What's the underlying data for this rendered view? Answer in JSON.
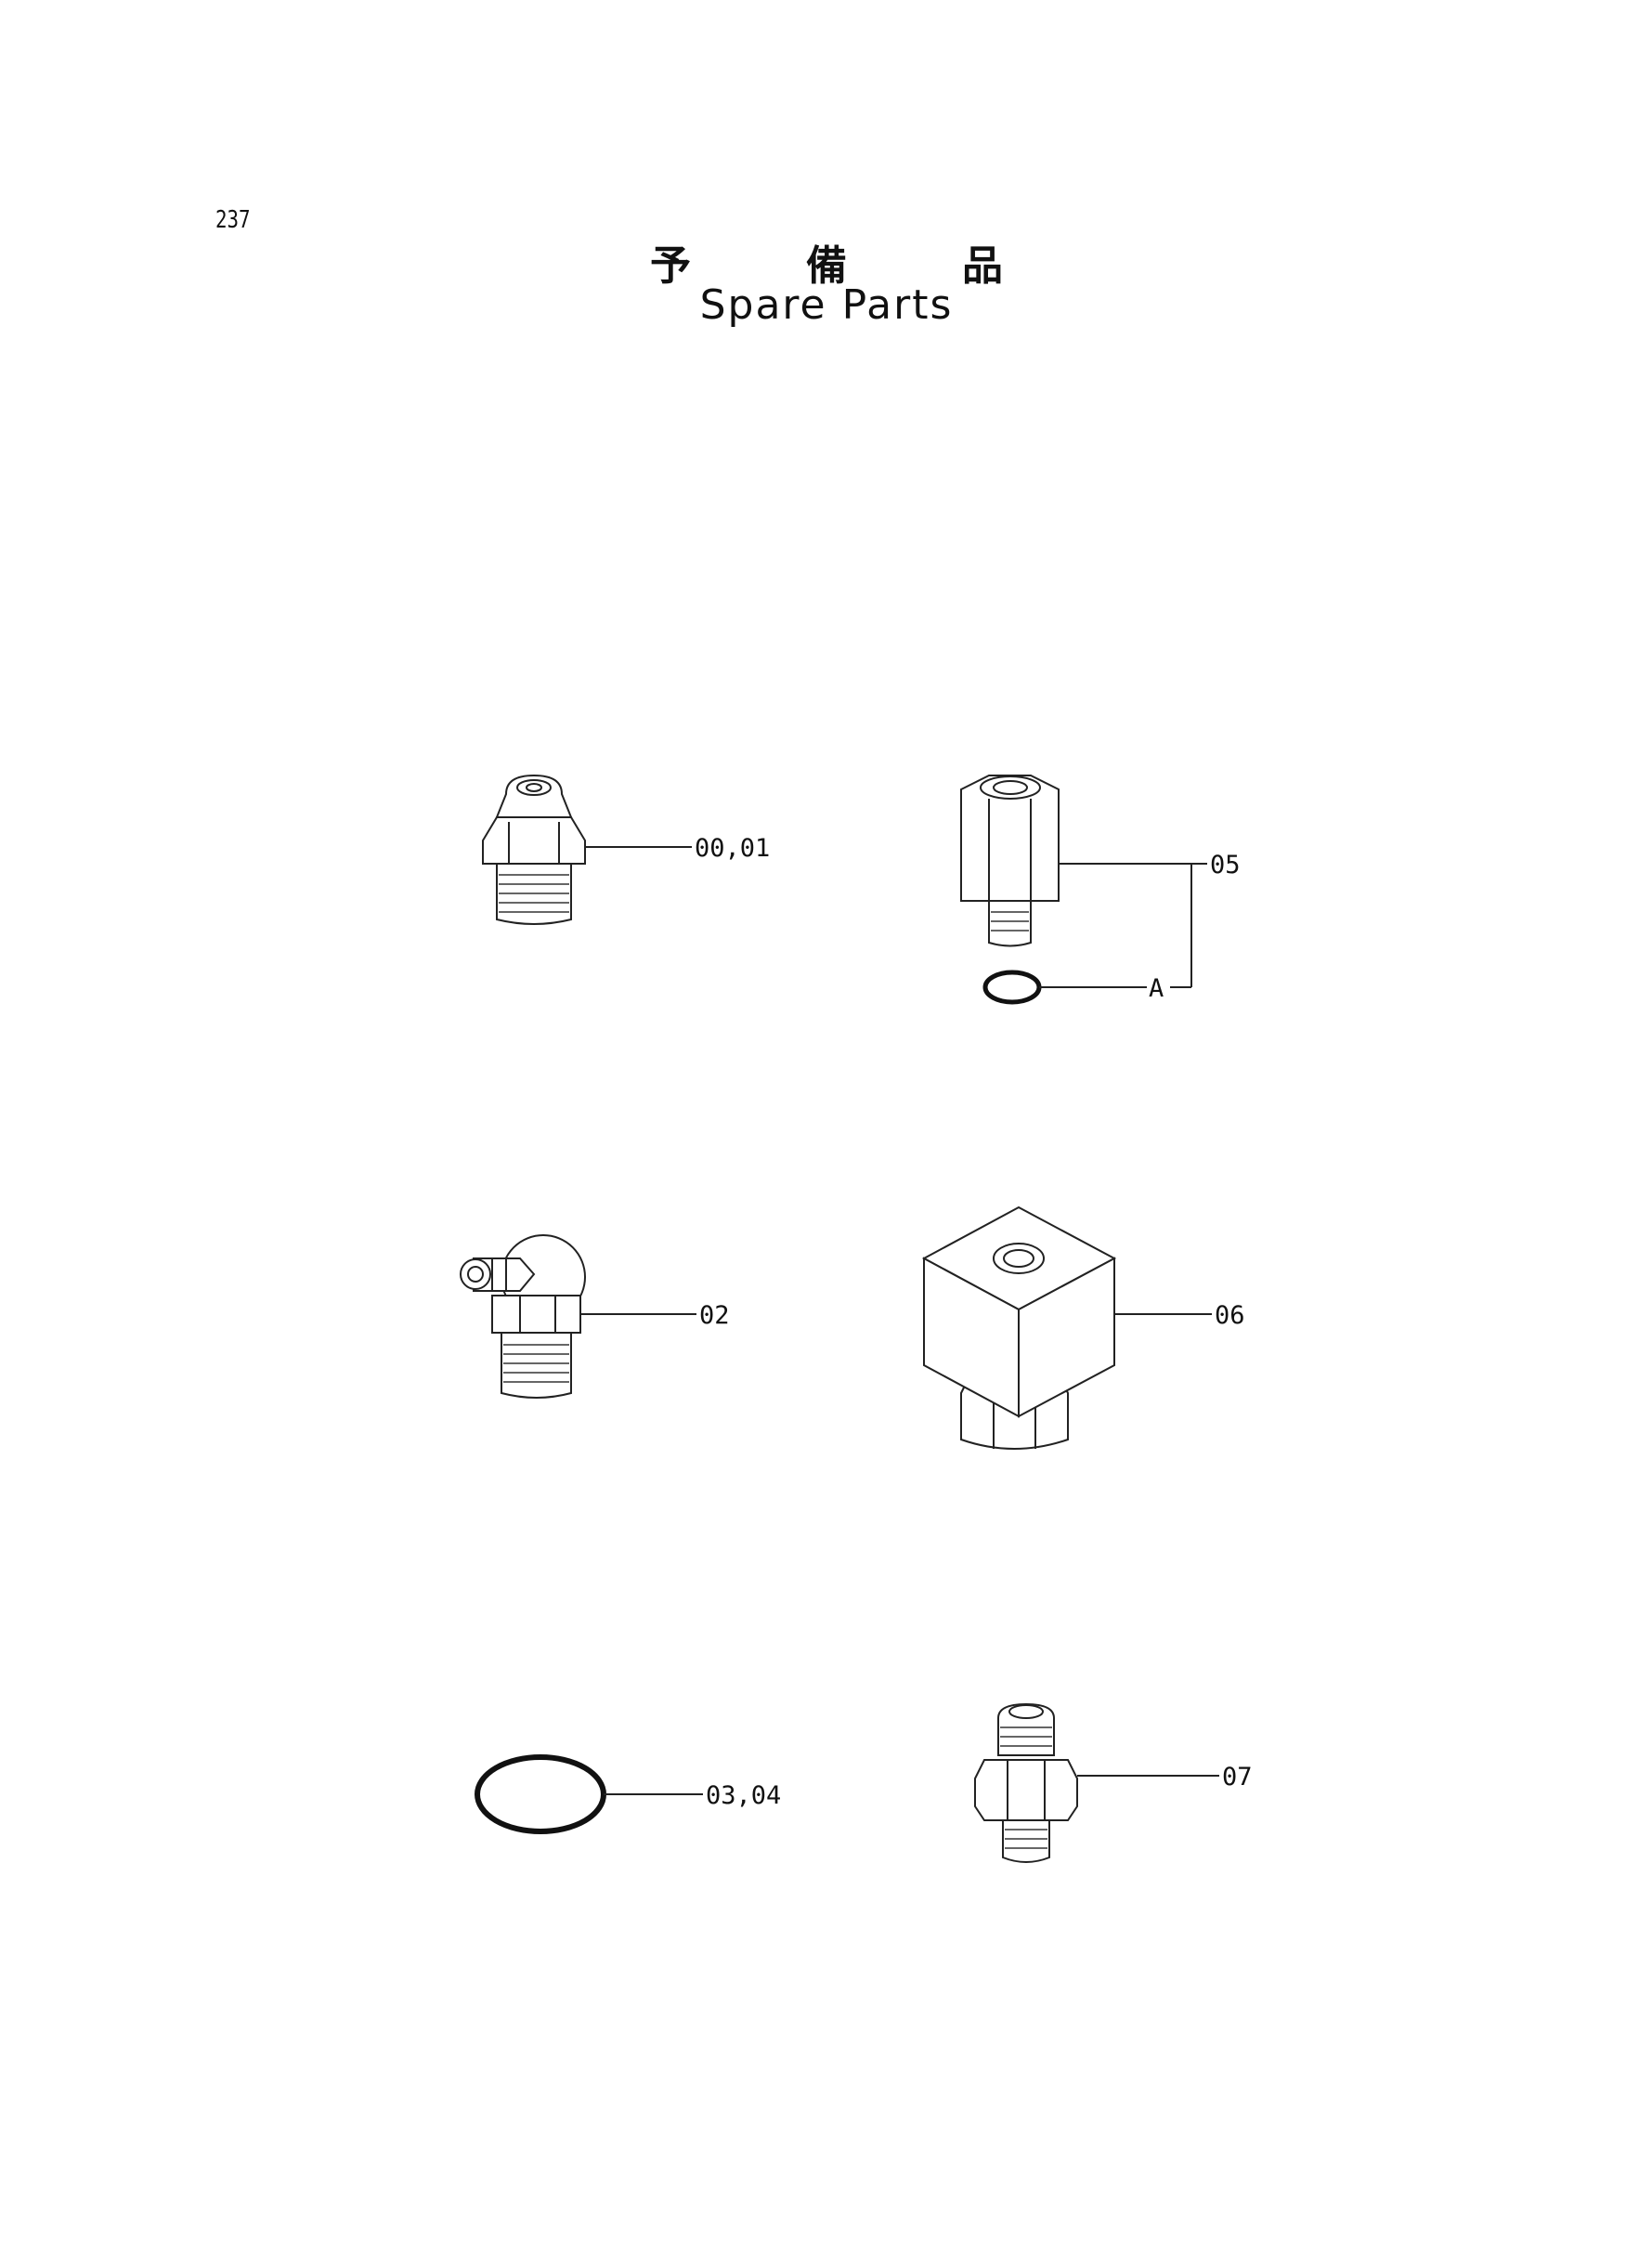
{
  "page_number": "237",
  "title_jp": [
    "予",
    "備",
    "品"
  ],
  "title_en": "Spare Parts",
  "callouts": {
    "grease_nipple_straight": "00,01",
    "grease_nipple_angled": "02",
    "o_ring_large": "03,04",
    "adapter_long": "05",
    "o_ring_small": "A",
    "block_adapter": "06",
    "union_adapter": "07"
  }
}
